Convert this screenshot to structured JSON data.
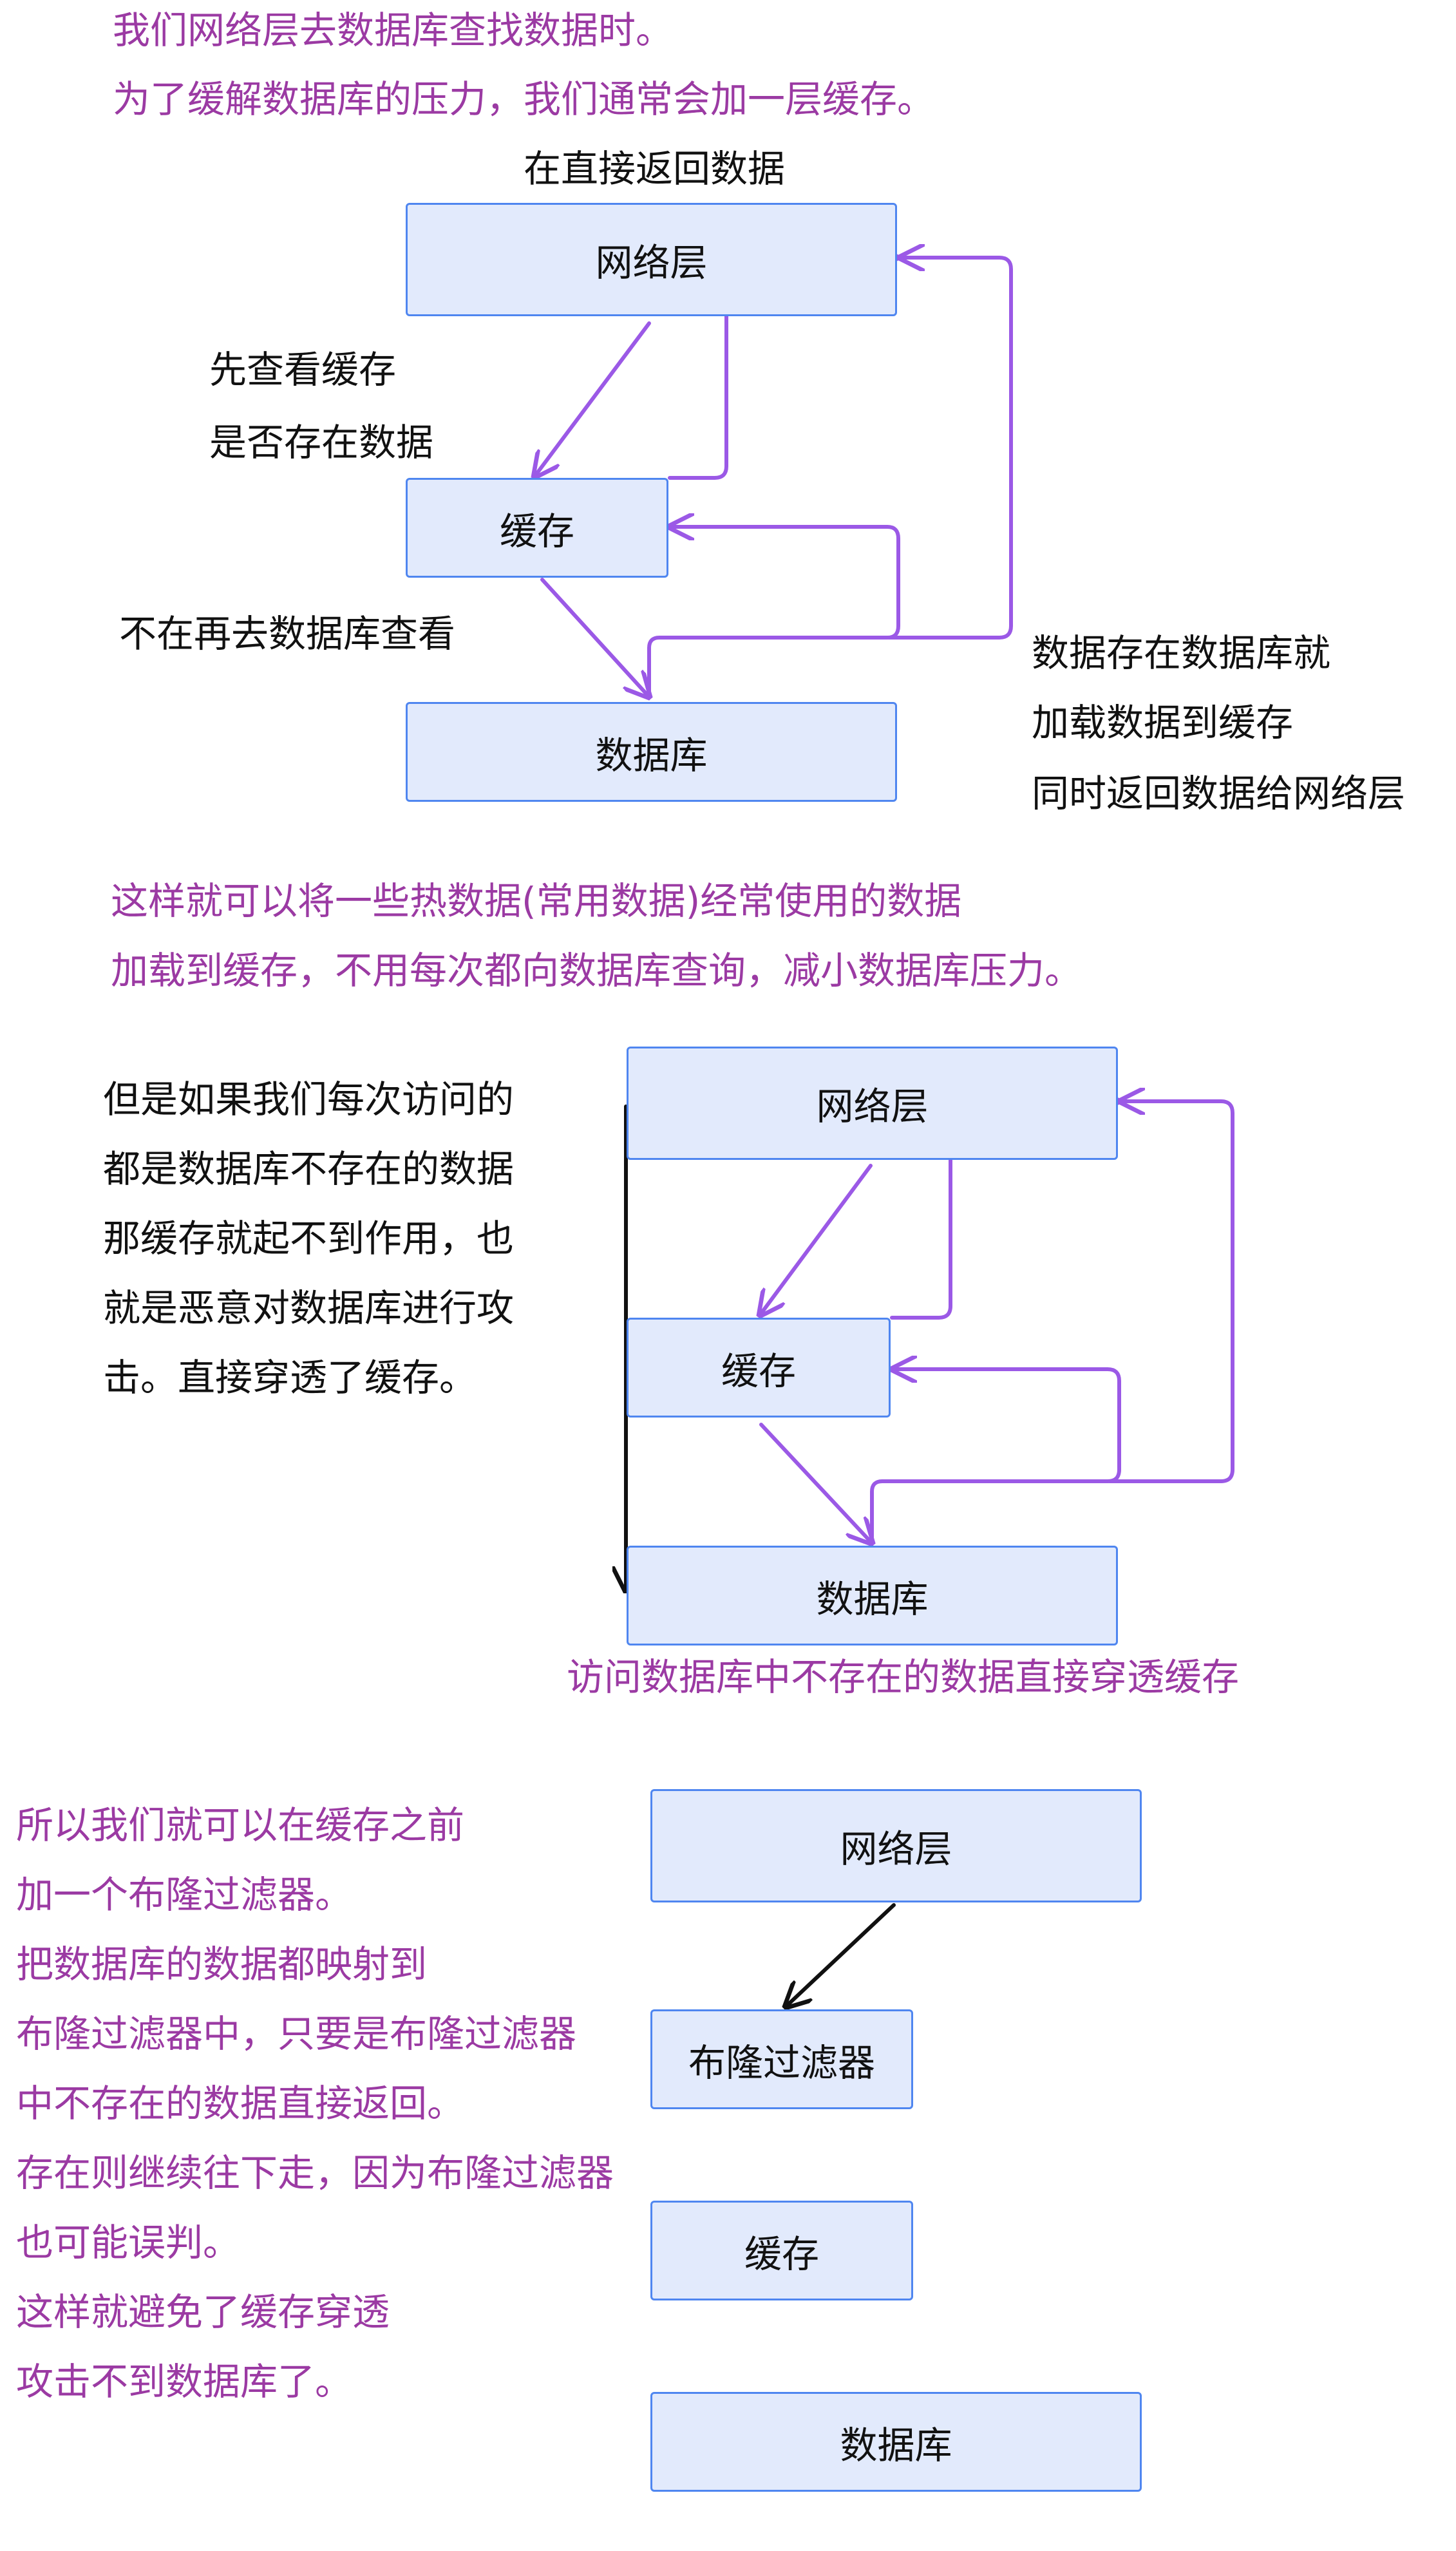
{
  "colors": {
    "accent_text": "#9b3aa3",
    "arrow": "#9b59e6",
    "box_fill": "#e2eafc",
    "box_border": "#4f86f0"
  },
  "section1": {
    "intro": [
      "我们网络层去数据库查找数据时。",
      "为了缓解数据库的压力，我们通常会加一层缓存。"
    ],
    "return_label": "在直接返回数据",
    "check_cache_label": [
      "先查看缓存",
      "是否存在数据"
    ],
    "not_found_label": "不在再去数据库查看",
    "db_found_label": [
      "数据存在数据库就",
      "加载数据到缓存",
      "同时返回数据给网络层"
    ],
    "boxes": {
      "network": "网络层",
      "cache": "缓存",
      "database": "数据库"
    }
  },
  "section2": {
    "intro": [
      "这样就可以将一些热数据(常用数据)经常使用的数据",
      "加载到缓存，不用每次都向数据库查询，减小数据库压力。"
    ],
    "attack_text": [
      "但是如果我们每次访问的",
      "都是数据库不存在的数据",
      "那缓存就起不到作用，也",
      "就是恶意对数据库进行攻",
      "击。直接穿透了缓存。"
    ],
    "penetrate_caption": "访问数据库中不存在的数据直接穿透缓存",
    "boxes": {
      "network": "网络层",
      "cache": "缓存",
      "database": "数据库"
    }
  },
  "section3": {
    "explanation": [
      "所以我们就可以在缓存之前",
      "加一个布隆过滤器。",
      "把数据库的数据都映射到",
      "布隆过滤器中，只要是布隆过滤器",
      "中不存在的数据直接返回。",
      "存在则继续往下走，因为布隆过滤器",
      "也可能误判。",
      "这样就避免了缓存穿透",
      "攻击不到数据库了。"
    ],
    "boxes": {
      "network": "网络层",
      "bloom": "布隆过滤器",
      "cache": "缓存",
      "database": "数据库"
    }
  }
}
